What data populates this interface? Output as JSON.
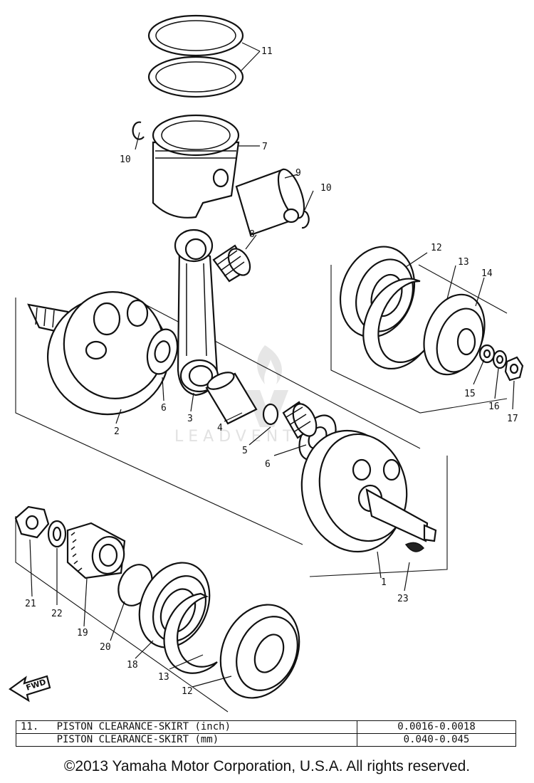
{
  "diagram": {
    "callouts": [
      "1",
      "2",
      "3",
      "4",
      "5",
      "6",
      "6",
      "7",
      "8",
      "9",
      "10",
      "10",
      "11",
      "12",
      "12",
      "13",
      "13",
      "14",
      "15",
      "16",
      "17",
      "18",
      "19",
      "20",
      "21",
      "22",
      "23"
    ],
    "fwd_label": "FWD",
    "watermark": "LEADVENTURE"
  },
  "spec_table": {
    "rows": [
      {
        "index": "11.",
        "name": "PISTON CLEARANCE-SKIRT (inch)",
        "value": "0.0016-0.0018"
      },
      {
        "index": "",
        "name": "PISTON CLEARANCE-SKIRT (mm)",
        "value": "0.040-0.045"
      }
    ]
  },
  "footer": {
    "copyright": "©2013 Yamaha Motor Corporation, U.S.A. All rights reserved."
  }
}
